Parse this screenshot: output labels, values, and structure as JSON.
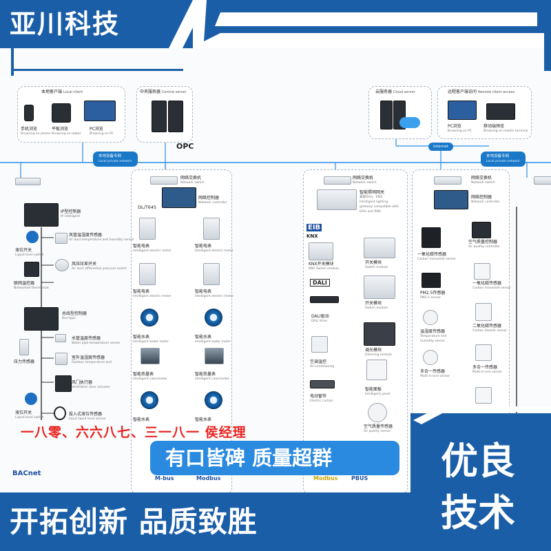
{
  "brand": {
    "company": "亚川科技"
  },
  "overlays": {
    "contact": "一八零、六六八七、三一八一 侯经理",
    "slogan_mid": "有口皆碑 质量超群",
    "slogan_bottom": "开拓创新 品质致胜",
    "corner_line1": "优良",
    "corner_line2": "技术"
  },
  "groups": {
    "local_client": {
      "title": "本地客户端",
      "title_en": "Local client"
    },
    "central_server": {
      "title": "中央服务器",
      "title_en": "Central server"
    },
    "cloud_server": {
      "title": "云服务器",
      "title_en": "Cloud server"
    },
    "remote_client": {
      "title": "远程客户端访问",
      "title_en": "Remote client access"
    }
  },
  "clients": {
    "phone": {
      "label": "手机浏览",
      "sub": "Browsing on phone"
    },
    "tablet": {
      "label": "平板浏览",
      "sub": "Browsing on tablet"
    },
    "pc": {
      "label": "PC浏览",
      "sub": "Browsing on PC"
    },
    "remote_pc": {
      "label": "PC浏览",
      "sub": "Browsing on PC"
    },
    "mobile": {
      "label": "移动端预览",
      "sub": "Browsing on mobile terminal"
    }
  },
  "network": {
    "lpn": {
      "label": "本地设备专网",
      "sub": "Local private network"
    },
    "lpn2": {
      "label": "本地设备专网",
      "sub": "Local private network"
    },
    "internet": "Internet",
    "opc": "OPC",
    "dl645": "DL/T645",
    "switch": {
      "label": "网络交换机",
      "sub": "Network switch"
    },
    "switch2": {
      "label": "网络交换机",
      "sub": "Network switch"
    },
    "switch3": {
      "label": "网络交换机",
      "sub": "Network switch"
    },
    "switch4": {
      "label": "网络交换机",
      "sub": "Network switch"
    },
    "controller": {
      "label": "网络控制器",
      "sub": "Network controller"
    },
    "controller2": {
      "label": "网络控制器",
      "sub": "Network controller"
    }
  },
  "left_devices": {
    "ip_ctrl": {
      "label": "IP型控制器",
      "sub": "IP intelligent"
    },
    "liquid": {
      "label": "液位开关",
      "sub": "Liquid level switch"
    },
    "duct_temp": {
      "label": "风管温湿度传感器",
      "sub": "Air duct temperature and humidity sensor"
    },
    "diff_press": {
      "label": "风压压差开关",
      "sub": "Air duct differential pressure switch"
    },
    "thermostat": {
      "label": "联网温控器",
      "sub": "Networked thermostat"
    },
    "bus_ctrl": {
      "label": "总线型控制器",
      "sub": "Bus-type"
    },
    "water_temp": {
      "label": "水管温度传感器",
      "sub": "Water pipe temperature sensor"
    },
    "outdoor": {
      "label": "室外温湿度传感器",
      "sub": "Outdoor temperature and"
    },
    "pressure": {
      "label": "压力传感器",
      "sub": ""
    },
    "valve": {
      "label": "风门执行器",
      "sub": "Ventilation door actuator"
    },
    "liquid2": {
      "label": "液位开关",
      "sub": "Liquid level switch"
    },
    "insert": {
      "label": "投入式液位传感器",
      "sub": "Input liquid level sensor"
    }
  },
  "meter_devices": {
    "elec1": {
      "label": "智能电表",
      "sub": "Intelligent electric meter"
    },
    "elec2": {
      "label": "智能电表",
      "sub": "Intelligent electric meter"
    },
    "elec3": {
      "label": "智能电表",
      "sub": "Intelligent electric meter"
    },
    "elec4": {
      "label": "智能电表",
      "sub": "Intelligent electric meter"
    },
    "water1": {
      "label": "智能水表",
      "sub": "Intelligent water meter"
    },
    "water2": {
      "label": "智能水表",
      "sub": "Intelligent water meter"
    },
    "cal1": {
      "label": "智能热量表",
      "sub": "Intelligent calorimeter"
    },
    "cal2": {
      "label": "智能热量表",
      "sub": "Intelligent calorimeter"
    },
    "water3": {
      "label": "智能水表",
      "sub": ""
    },
    "water4": {
      "label": "智能水表",
      "sub": ""
    }
  },
  "lighting": {
    "gateway": {
      "label": "智能照明网关",
      "sub": "兼容DALI、KNX"
    },
    "gateway_en": "Intelligent lighting gateway compatible with DALI and KNX",
    "knx_mod": {
      "label": "KNX开关模块",
      "sub": "KNX Switch module"
    },
    "switch_mod": {
      "label": "开关模块",
      "sub": "Switch module"
    },
    "switch_mod2": {
      "label": "开关模块",
      "sub": "Switch module"
    },
    "dali_drive": {
      "label": "DALI驱动",
      "sub": "DALI drive"
    },
    "dimming": {
      "label": "调光模块",
      "sub": "Dimming module"
    },
    "ac_temp": {
      "label": "空调温控",
      "sub": "Air-conditioning"
    },
    "panel": {
      "label": "智能面板",
      "sub": "Intelligent panel"
    },
    "curtain": {
      "label": "电动窗帘",
      "sub": "Electric curtain"
    },
    "aq_sensor": {
      "label": "空气质量传感器",
      "sub": "Air quality sensor"
    }
  },
  "right_devices": {
    "aq_ctrl": {
      "label": "空气质量控制器",
      "sub": "Air quality controller"
    },
    "co": {
      "label": "一氧化碳传感器",
      "sub": "Carbon monoxide sensor"
    },
    "co2": {
      "label": "一氧化碳传感器",
      "sub": "Carbon monoxide sensor"
    },
    "pm25": {
      "label": "PM2.5传感器",
      "sub": "PM2.5 sensor"
    },
    "dioxide": {
      "label": "二氧化碳传感器",
      "sub": "Carbon dioxide sensor"
    },
    "temp_hum": {
      "label": "温湿度传感器",
      "sub": "Temperature and humidity sensor"
    },
    "multi1": {
      "label": "多合一传感器",
      "sub": "Multi-in-one sensor"
    },
    "multi2": {
      "label": "多合一传感器",
      "sub": "Multi-in-one sensor"
    }
  },
  "protocols": {
    "bacnet": "BACnet",
    "knx": "KNX",
    "eib": "EIB",
    "dali": "DALI",
    "modbus": "Modbus",
    "pbus": "PBUS",
    "mbus": "M-bus"
  },
  "colors": {
    "brand_blue": "#1a5ea8",
    "line_blue": "#2b8ee6",
    "accent_red": "#e8231f",
    "yellow_line": "#f2b705"
  }
}
